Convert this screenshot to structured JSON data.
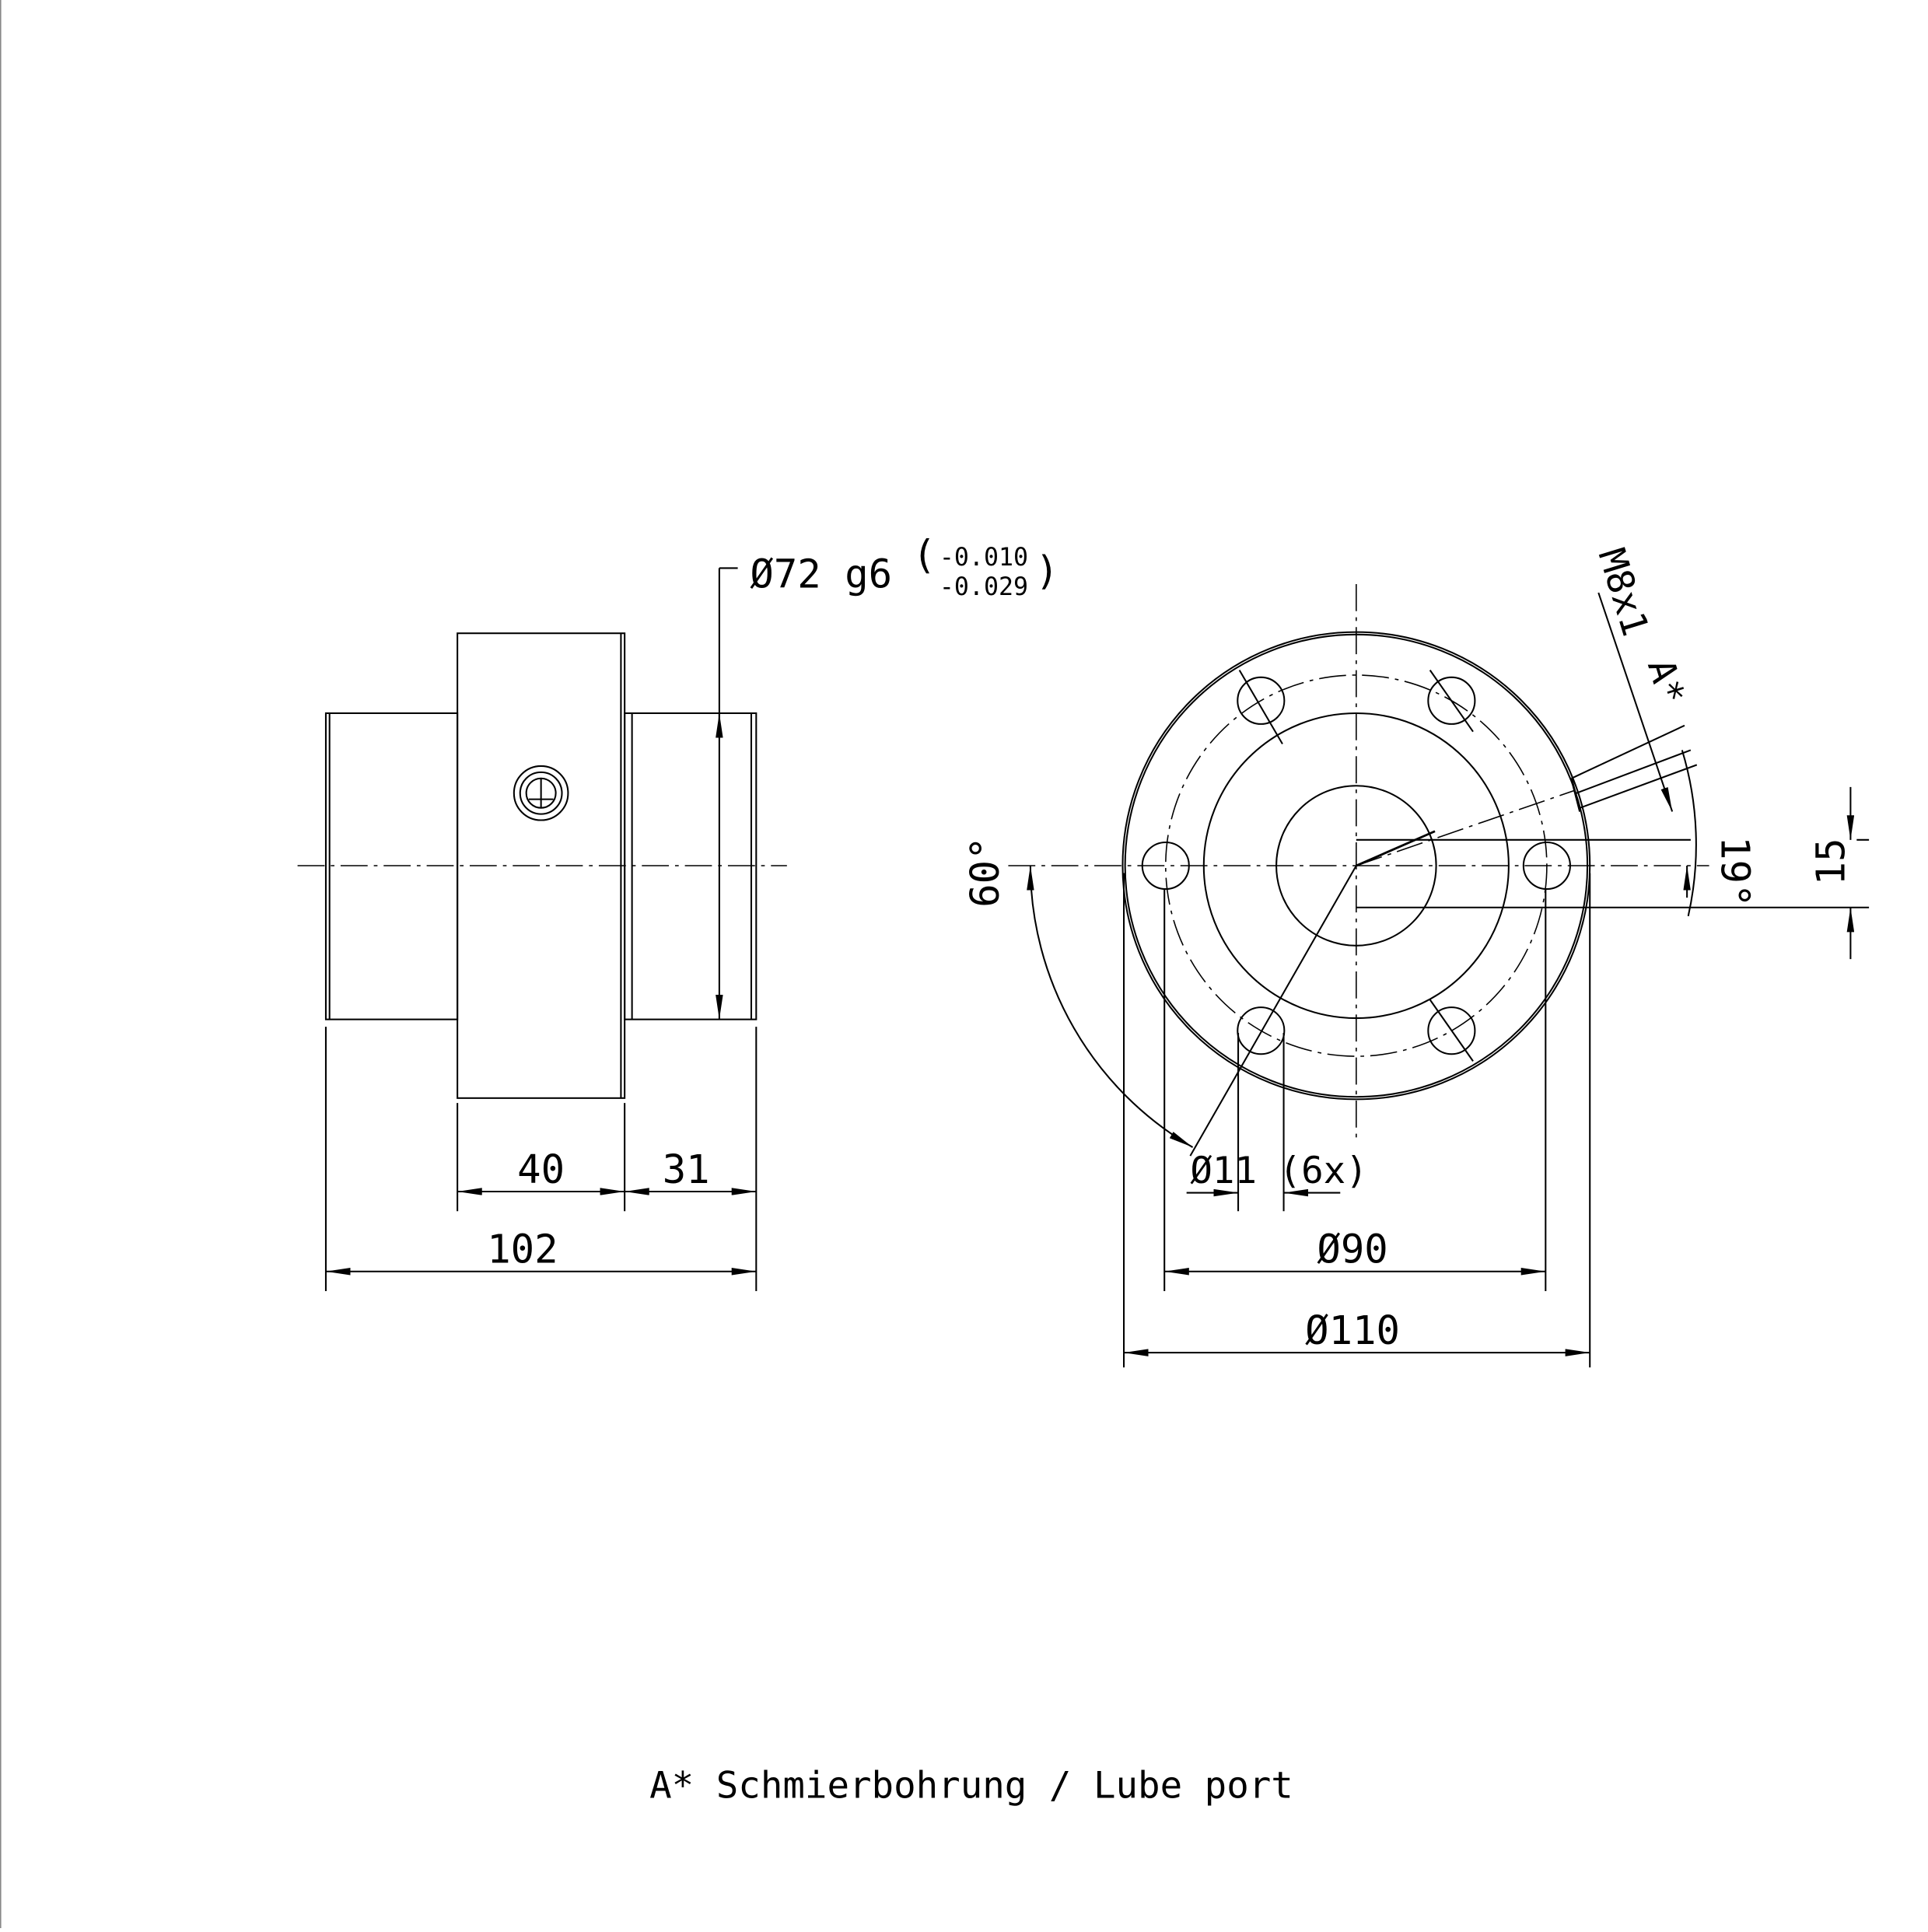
{
  "side_view": {
    "diameter_label": "Ø72 g6",
    "tolerance_upper": "-0.010",
    "tolerance_lower": "-0.029",
    "dim_flange_width": "40",
    "dim_spigot_length": "31",
    "dim_total_length": "102"
  },
  "front_view": {
    "thread_label": "M8x1",
    "lube_port_marker": "A*",
    "angle_port": "19°",
    "offset_port": "15",
    "angle_holes": "60°",
    "hole_label": "Ø11 (6x)",
    "bolt_circle": "Ø90",
    "outer_diameter": "Ø110"
  },
  "footer": {
    "note": "A* Schmierbohrung / Lube port"
  }
}
